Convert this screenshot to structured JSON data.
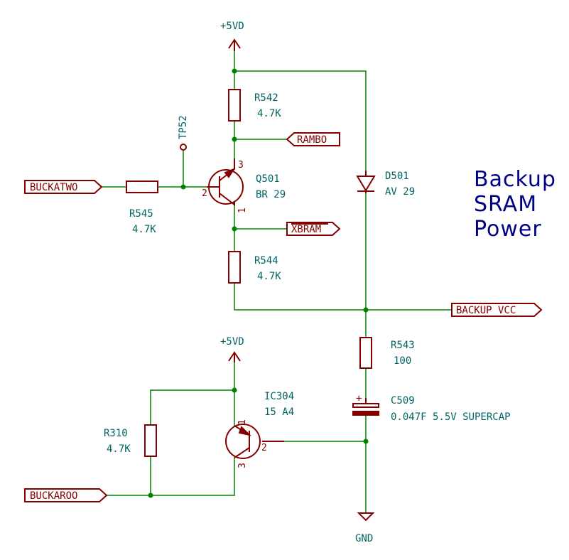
{
  "power": {
    "vcc_top": "+5VD",
    "vcc_bottom": "+5VD",
    "gnd": "GND"
  },
  "components": {
    "r542": {
      "ref": "R542",
      "value": "4.7K"
    },
    "r544": {
      "ref": "R544",
      "value": "4.7K"
    },
    "r545": {
      "ref": "R545",
      "value": "4.7K"
    },
    "r543": {
      "ref": "R543",
      "value": "100"
    },
    "r310": {
      "ref": "R310",
      "value": "4.7K"
    },
    "q501": {
      "ref": "Q501",
      "value": "BR 29",
      "pin_base": "2",
      "pin_collector": "3",
      "pin_emitter": "1"
    },
    "ic304": {
      "ref": "IC304",
      "value": "15 A4",
      "pin_emitter": "1",
      "pin_base": "2",
      "pin_collector": "3"
    },
    "d501": {
      "ref": "D501",
      "value": "AV 29"
    },
    "c509": {
      "ref": "C509",
      "value": "0.047F 5.5V SUPERCAP",
      "polarity": "+"
    },
    "tp52": {
      "ref": "TP52"
    }
  },
  "nets": {
    "rambo": "RAMBO",
    "buckatwo": "BUCKATWO",
    "xbram": "XBRAM",
    "backup_vcc": "BACKUP_VCC",
    "buckaroo": "BUCKAROO"
  },
  "note": {
    "line1": "Backup",
    "line2": "SRAM",
    "line3": "Power"
  },
  "colors": {
    "wire": "#008400",
    "symbol": "#840000",
    "reference": "#006464",
    "note": "#000084"
  }
}
